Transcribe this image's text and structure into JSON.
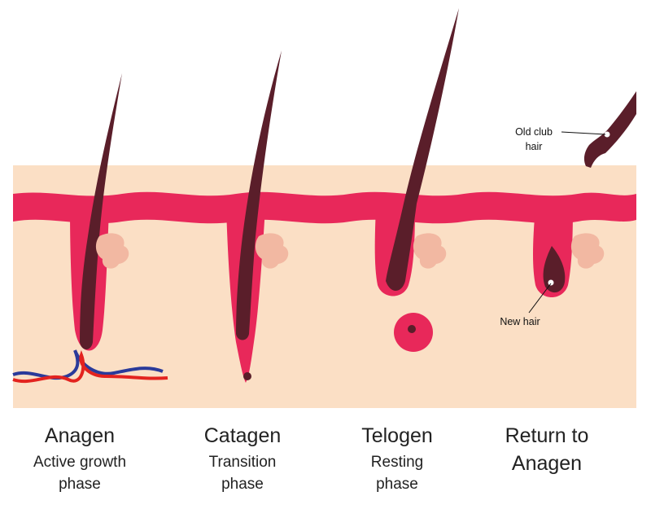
{
  "stages": [
    {
      "title": "Anagen",
      "subtitle_lines": [
        "Active growth",
        "phase"
      ]
    },
    {
      "title": "Catagen",
      "subtitle_lines": [
        "Transition",
        "phase"
      ]
    },
    {
      "title": "Telogen",
      "subtitle_lines": [
        "Resting",
        "phase"
      ]
    },
    {
      "title": "Return to",
      "title_line2": "Anagen",
      "subtitle_lines": []
    }
  ],
  "callouts": {
    "old_club_hair": [
      "Old club",
      "hair"
    ],
    "new_hair": "New hair"
  },
  "colors": {
    "skin": "#fbdfc5",
    "epidermis": "#e8285a",
    "hair": "#5a1e2a",
    "gland": "#f2b8a2",
    "artery": "#e3231f",
    "vein": "#2a3a9a"
  }
}
